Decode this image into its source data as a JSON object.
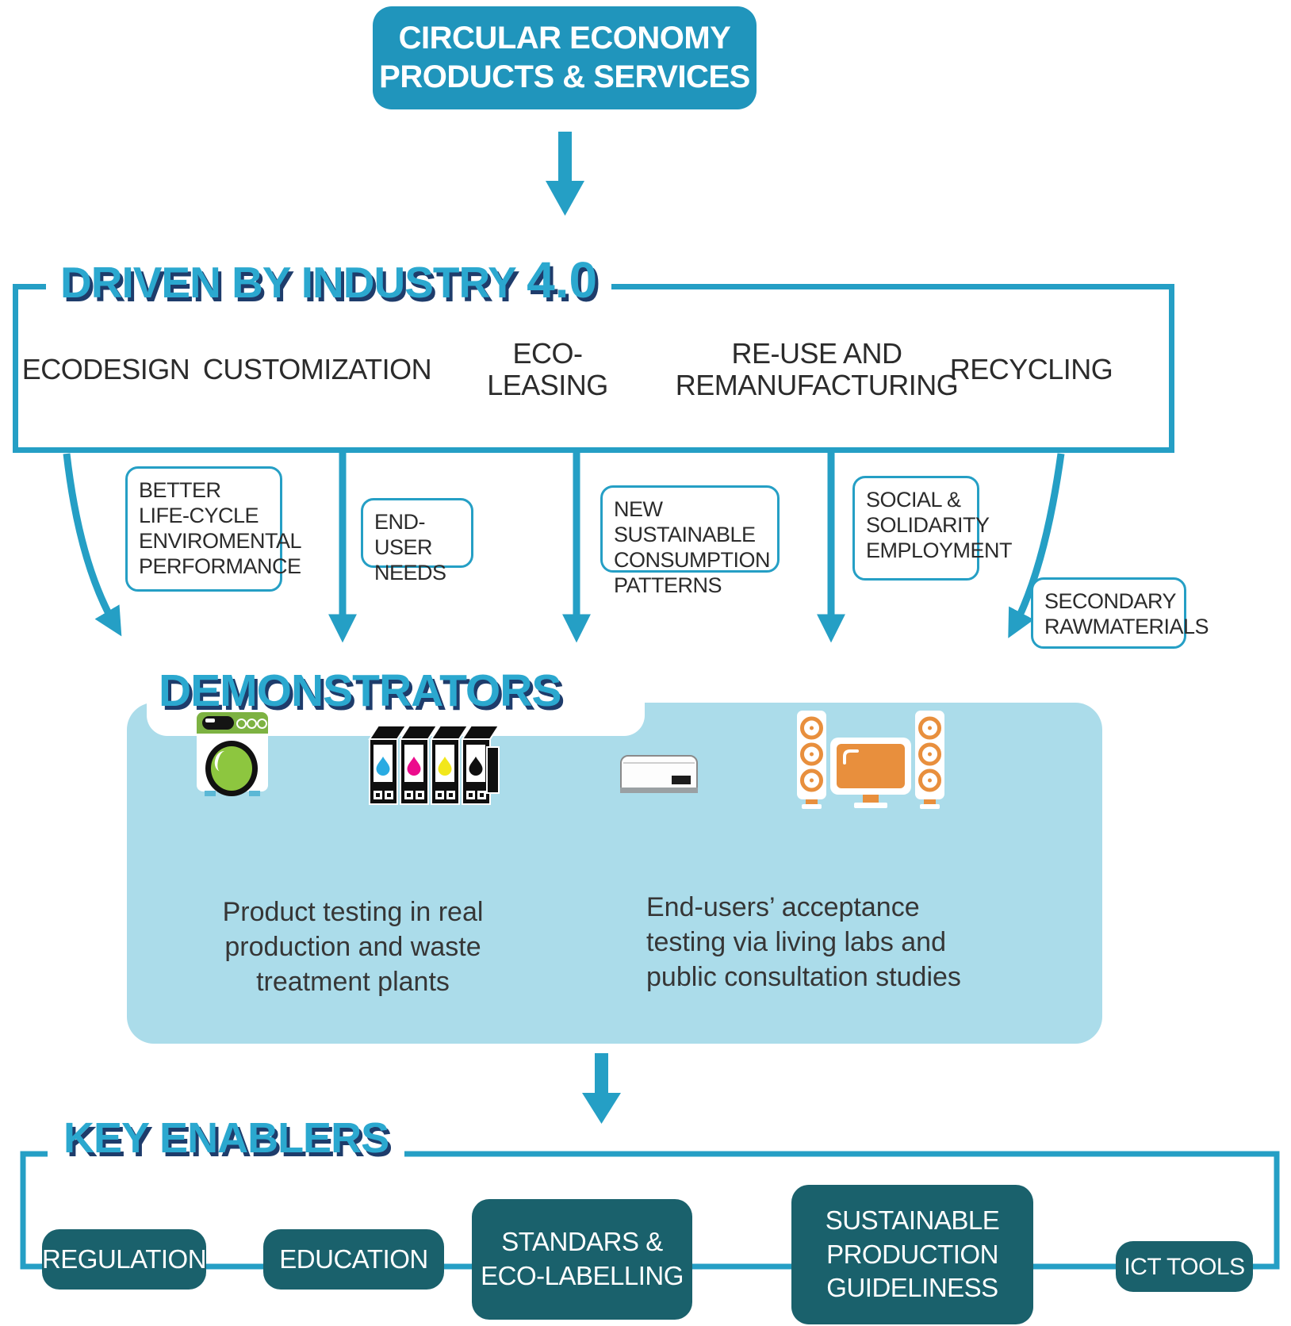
{
  "top_box": {
    "lines": [
      "CIRCULAR ECONOMY",
      "PRODUCTS & SERVICES"
    ]
  },
  "industry": {
    "title_main": "DRIVEN BY INDUSTRY ",
    "title_number": "4.0",
    "items": [
      {
        "label": "ECODESIGN"
      },
      {
        "label": "CUSTOMIZATION"
      },
      {
        "label": "ECO-LEASING"
      },
      {
        "label": "RE-USE AND REMANUFACTURING"
      },
      {
        "label": "RECYCLING"
      }
    ]
  },
  "outcomes": [
    {
      "lines": [
        "BETTER",
        "LIFE-CYCLE",
        "ENVIROMENTAL",
        "PERFORMANCE"
      ]
    },
    {
      "lines": [
        "END-USER",
        "NEEDS"
      ]
    },
    {
      "lines": [
        "NEW SUSTAINABLE",
        "CONSUMPTION",
        "PATTERNS"
      ]
    },
    {
      "lines": [
        "SOCIAL &",
        "SOLIDARITY",
        "EMPLOYMENT"
      ]
    },
    {
      "lines": [
        "SECONDARY",
        "RAWMATERIALS"
      ]
    }
  ],
  "demonstrators": {
    "title": "DEMONSTRATORS",
    "icons": [
      "washing-machine-icon",
      "ink-cartridges-icon",
      "air-conditioner-icon",
      "home-theater-icon"
    ],
    "caption_left": {
      "lines": [
        "Product testing in real",
        "production and waste",
        "treatment plants"
      ]
    },
    "caption_right": {
      "lines": [
        "End-users’ acceptance",
        "testing via living labs and",
        "public consultation studies"
      ]
    }
  },
  "key_enablers": {
    "title": "KEY ENABLERS",
    "items": [
      {
        "lines": [
          "REGULATION"
        ]
      },
      {
        "lines": [
          "EDUCATION"
        ]
      },
      {
        "lines": [
          "STANDARS &",
          "ECO-LABELLING"
        ]
      },
      {
        "lines": [
          "SUSTAINABLE",
          "PRODUCTION",
          "GUIDELINESS"
        ]
      },
      {
        "lines": [
          "ICT TOOLS"
        ]
      }
    ]
  },
  "colors": {
    "teal_line": "#259FC5",
    "teal_fill": "#2095BC",
    "heading_teal": "#2BA8CF",
    "heading_shadow": "#1E3C6B",
    "panel_blue": "#ABDCEA",
    "pill_dark": "#1A616C",
    "orange": "#E88F3D",
    "washer_green": "#8DC63F",
    "ink_cyan": "#29ABE2",
    "ink_magenta": "#EC0C8C",
    "ink_yellow": "#F2E71C",
    "text_dark": "#2B2B2B"
  }
}
